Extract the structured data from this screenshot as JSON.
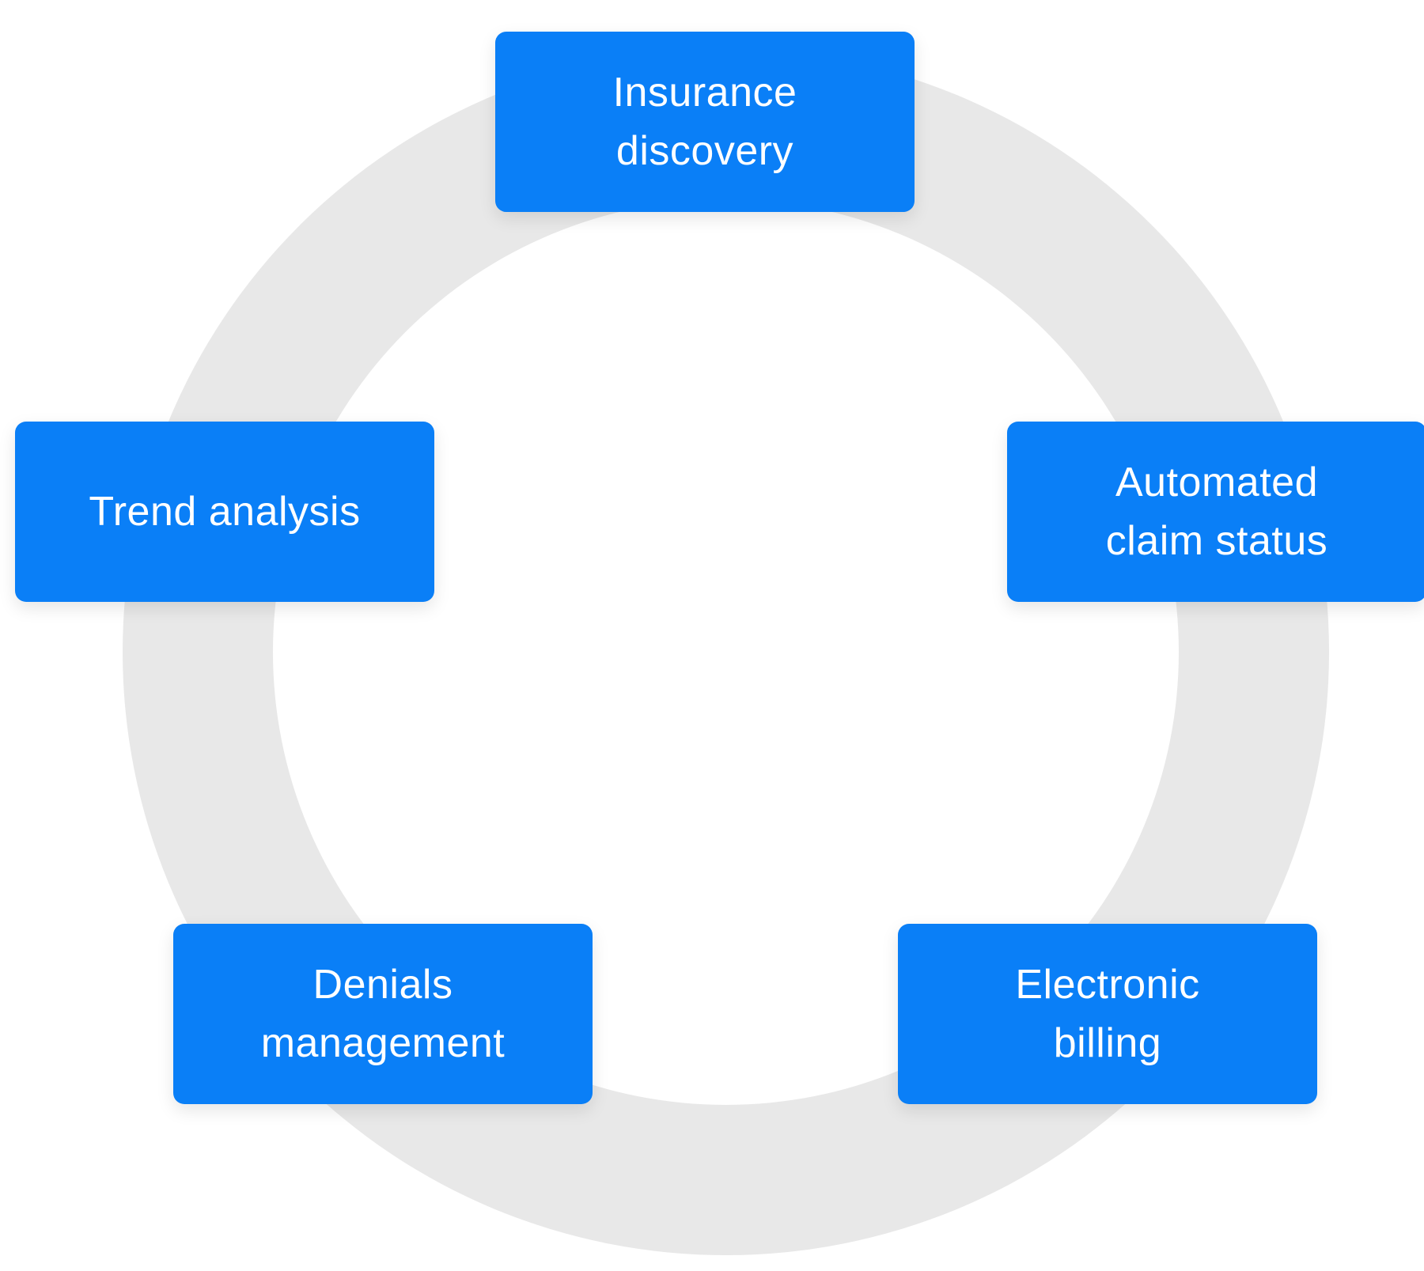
{
  "colors": {
    "node_fill": "#0a7ff7",
    "node_text": "#ffffff",
    "ring": "#e8e8e8",
    "background": "#ffffff"
  },
  "cycle": {
    "nodes": [
      {
        "label": "Insurance\ndiscovery"
      },
      {
        "label": "Automated\nclaim status"
      },
      {
        "label": "Electronic\nbilling"
      },
      {
        "label": "Denials\nmanagement"
      },
      {
        "label": "Trend analysis"
      }
    ]
  }
}
